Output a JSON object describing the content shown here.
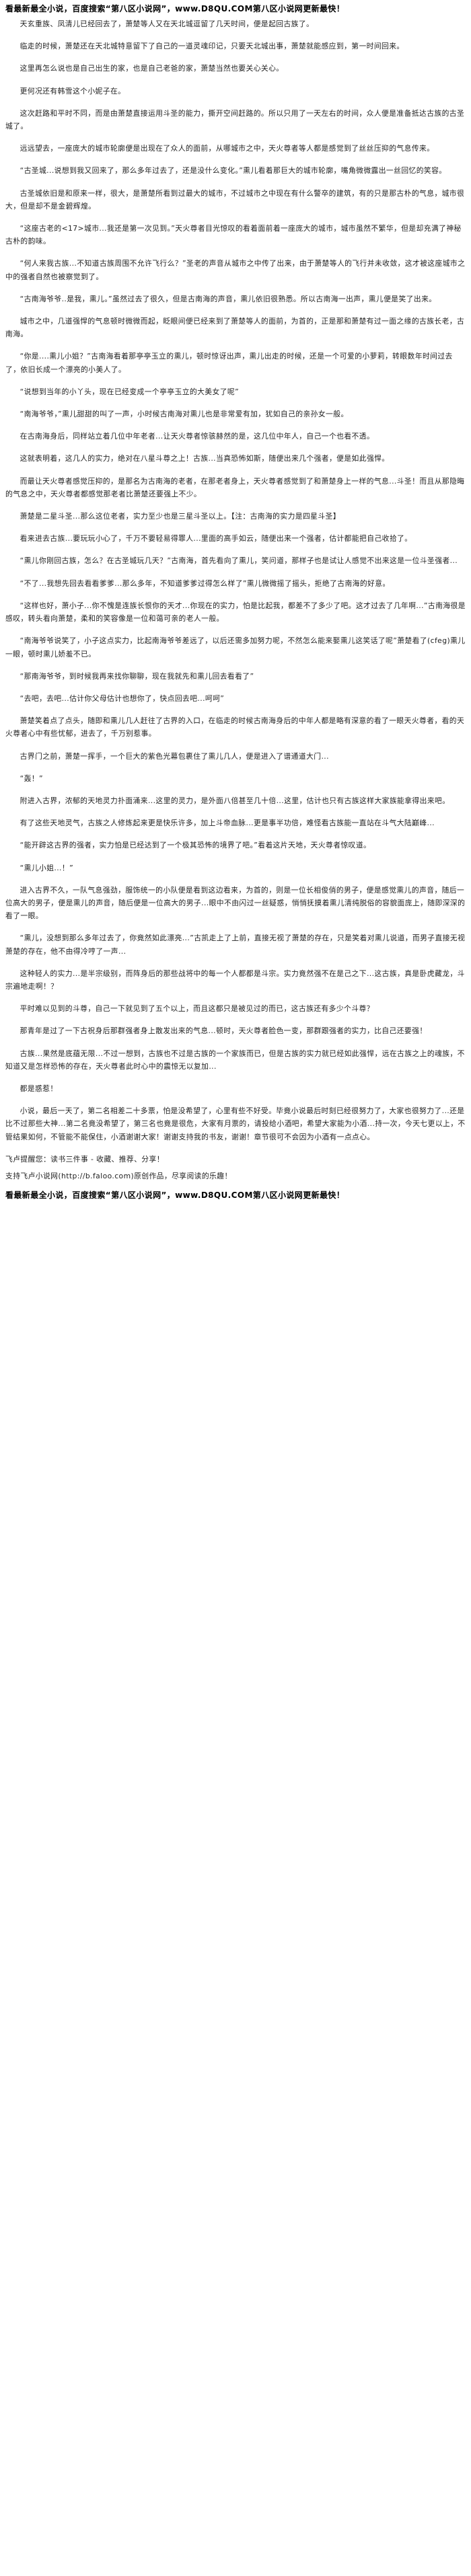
{
  "header_banner": "看最新最全小说，百度搜索“第八区小说网”，www.D8QU.COM第八区小说网更新最快！",
  "paragraphs": [
    "天玄重族、凤清儿已经回去了，萧楚等人又在天北城逗留了几天时间，便是起回古族了。",
    "临走的时候，萧楚还在天北城特意留下了自己的一道灵魂印记，只要天北城出事，萧楚就能感应到，第一时间回来。",
    "这里再怎么说也是自己出生的家，也是自己老爸的家，萧楚当然也要关心关心。",
    "更何况还有韩雪这个小妮子在。",
    "这次赶路和平时不同，而是由萧楚直接运用斗圣的能力，撕开空间赶路的。所以只用了一天左右的时间，众人便是准备抵达古族的古圣城了。",
    "远远望去，一座庞大的城市轮廓便是出现在了众人的面前，从哪城市之中，天火尊者等人都是感觉到了丝丝压抑的气息传来。",
    "“古圣城...说想到我又回来了，那么多年过去了，还是没什么变化。”熏儿看着那巨大的城市轮廓，嘴角微微露出一丝回忆的笑容。",
    "古圣城依旧是和原来一样，很大，是萧楚所看到过最大的城市，不过城市之中现在有什么警卒的建筑，有的只是那古朴的气息，城市很大，但是却不是金碧辉煌。",
    "“这座古老的<17>城市...我还是第一次见到。”天火尊者目光惊叹的看着面前着一座庞大的城市，城市虽然不繁华，但是却充满了神秘古朴的韵味。",
    "“何人来我古族...不知道古族周围不允许飞行么？”圣老的声音从城市之中传了出来，由于萧楚等人的飞行并未收敛，这才被这座城市之中的强者自然也被察觉到了。",
    "“古南海爷爷..是我，熏儿。”虽然过去了很久，但是古南海的声音，熏儿依旧很熟悉。所以古南海一出声，熏儿便是笑了出来。",
    "城市之中，几道强悍的气息顿时微微而起，眨眼间便已经来到了萧楚等人的面前，为首的，正是那和萧楚有过一面之缘的古族长老，古南海。",
    "“你是....熏儿小姐？”古南海看着那亭亭玉立的熏儿，顿时惊讶出声，熏儿出走的时候，还是一个可爱的小萝莉，转眼数年时间过去了，依旧长成一个漂亮的小美人了。",
    "“说想到当年的小丫头，现在已经变成一个亭亭玉立的大美女了呢”",
    "“南海爷爷，”熏儿甜甜的叫了一声，小时候古南海对熏儿也是非常爱有加，犹如自己的亲孙女一般。",
    "在古南海身后，同样站立着几位中年老者...让天火尊者惊骇赫然的是，这几位中年人，自己一个也看不透。",
    "这就表明着，这几人的实力，绝对在八星斗尊之上！古族...当真恐怖如斯，随便出来几个强者，便是如此强悍。",
    "而最让天火尊者感觉压抑的，是那名为古南海的老者，在那老者身上，天火尊者感觉到了和萧楚身上一样的气息...斗圣！而且从那隐晦的气息之中，天火尊者都感觉那老者比萧楚还要强上不少。",
    "萧楚是二星斗圣...那么这位老者，实力至少也是三星斗圣以上。【注：古南海的实力是四星斗圣】",
    "看来进去古族...要玩玩小心了，千万不要轻易得罪人...里面的高手如云，随便出来一个强者，估计都能把自己收拾了。",
    "“熏儿你刚回古族，怎么？在古圣城玩几天？”古南海，首先看向了熏儿，笑问道，那样子也是试让人感觉不出来这是一位斗圣强者...",
    "“不了...我想先回去看看爹爹...那么多年，不知道爹爹过得怎么样了”熏儿微微摇了摇头，拒绝了古南海的好意。",
    "“这样也好，萧小子...你不愧是连族长恨你的天才...你现在的实力，怕是比起我，都差不了多少了吧。这才过去了几年啊...”古南海很是感叹，转头看向萧楚，柔和的笑容像是一位和蔼可亲的老人一般。",
    "“南海爷爷说笑了，小子这点实力，比起南海爷爷差远了，以后还需多加努力呢，不然怎么能来娶熏儿这笑话了呢”萧楚看了(cfeg)熏儿一眼，顿时熏儿娇羞不已。",
    "“那南海爷爷，到时候我再来找你聊聊，现在我就先和熏儿回去看看了”",
    "“去吧，去吧...估计你父母估计也想你了，快点回去吧...呵呵”",
    "萧楚笑着点了点头，随即和熏儿几人赶往了古界的入口，在临走的时候古南海身后的中年人都是略有深意的看了一眼天火尊者，看的天火尊者心中有些忧郁，进去了，千万别惹事。",
    "古界门之前，萧楚一挥手，一个巨大的紫色光幕包裹住了熏儿几人，便是进入了谱通道大门...",
    "“轰！”",
    "附进入古界，浓郁的天地灵力扑面涌来...这里的灵力，是外面八倍甚至几十倍...这里，估计也只有古族这样大家族能拿得出来吧。",
    "有了这些天地灵气，古族之人修炼起来更是快乐许多，加上斗帝血脉...更是事半功倍，难怪看古族能一直站在斗气大陆巅峰...",
    "“能开辟这古界的强者，实力怕是已经达到了一个极其恐怖的境界了吧。”看着这片天地，天火尊者惊叹道。",
    "“熏儿小姐...！”",
    "进入古界不久，一队气息强劲，服饰统一的小队便是看到这边看来，为首的，则是一位长相俊俏的男子，便是感觉熏儿的声音，随后一位高大的男子，便是熏儿的声音，随后便是一位高大的男子...眼中不由闪过一丝疑惑，悄悄抚摸着熏儿清纯脱俗的容貌面庞上，随即深深的看了一眼。",
    "“熏儿，没想到那么多年过去了，你竟然如此漂亮...”古凯走上了上前，直接无视了萧楚的存在，只是笑着对熏儿说道，而男子直接无视萧楚的存在，他不由得冷哼了一声...",
    "这种轻人的实力...是半宗级别，而阵身后的那些战将中的每一个人都都是斗宗。实力竟然强不在是己之下...这古族，真是卧虎藏龙，斗宗遍地走啊！？",
    "平时难以见到的斗尊，自己一下就见到了五个以上，而且这都只是被见过的而已，这古族还有多少个斗尊？",
    "那青年是过了一下古祝身后那群强者身上散发出来的气息...顿时，天火尊者脸色一变，那群跟强者的实力，比自己还要强！",
    "古族...果然是底蕴无限...不过一想到，古族也不过是古族的一个家族而已，但是古族的实力就已经如此强悍，远在古族之上的魂族，不知道又是怎样恐怖的存在，天火尊者此时心中的震惊无以复加...",
    "都是惑惹！",
    "小说，最后一天了，第二名相差二十多票，怕是没希望了，心里有些不好受。毕竟小说最后时刻已经很努力了，大家也很努力了...还是比不过那些大神...第二名竟没希望了，第三名也竟是很危，大家有月票的，请投给小酒吧，希望大家能为小酒...持一次，今天七更以上，不管结果如何，不管能不能保住，小酒谢谢大家！谢谢支持我的书友，谢谢！章节很可不会因为小酒有一点点心。"
  ],
  "footer_lines": [
    "飞卢提醒您：读书三件事 - 收藏、推荐、分享！",
    "支持飞卢小说网(http://b.faloo.com)原创作品，尽享阅读的乐趣！"
  ],
  "bottom_banner": "看最新最全小说，百度搜索“第八区小说网”，www.D8QU.COM第八区小说网更新最快！"
}
